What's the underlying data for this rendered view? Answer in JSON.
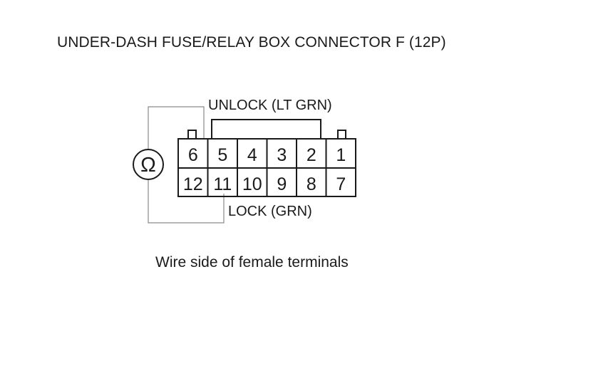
{
  "title": "UNDER-DASH FUSE/RELAY BOX CONNECTOR F (12P)",
  "labels": {
    "unlock": "UNLOCK (LT GRN)",
    "lock": "LOCK (GRN)"
  },
  "caption": "Wire side of female terminals",
  "meter_symbol": "Ω",
  "meter_icon": "ohmmeter-icon",
  "connector": {
    "top_row": [
      "6",
      "5",
      "4",
      "3",
      "2",
      "1"
    ],
    "bottom_row": [
      "12",
      "11",
      "10",
      "9",
      "8",
      "7"
    ]
  }
}
